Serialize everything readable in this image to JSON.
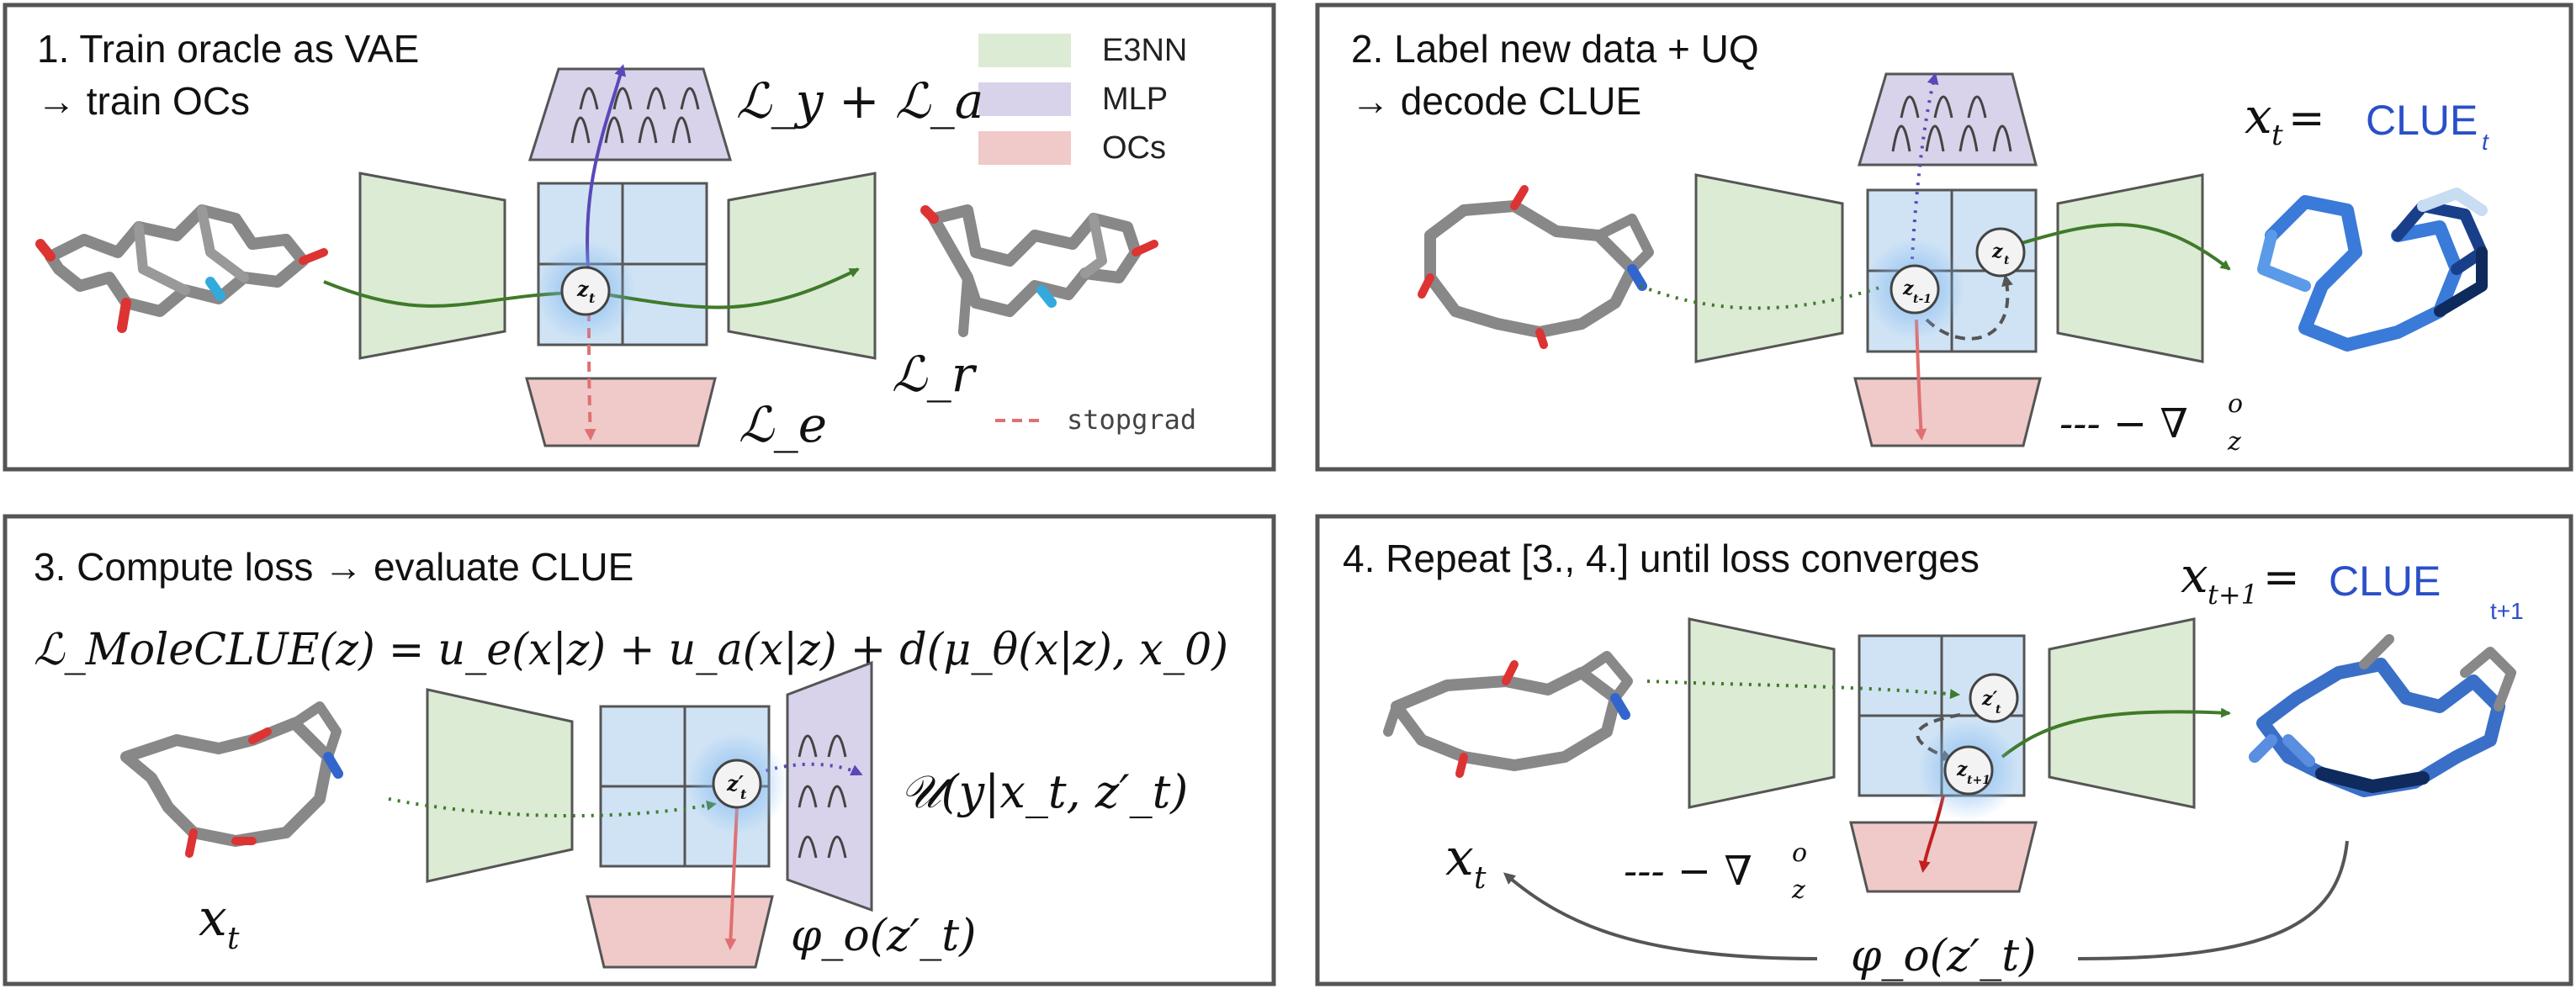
{
  "colors": {
    "e3nn": "#dcebd3",
    "mlp": "#d8d3ea",
    "ocs": "#f0c9c9",
    "latent": "#cfe3f5",
    "border": "#555555",
    "flow_green": "#3f7a2a",
    "flow_purple": "#5a48b8",
    "stopgrad_red": "#e07070",
    "clue_blue": "#2a4fc8"
  },
  "legend": {
    "e3nn": "E3NN",
    "mlp": "MLP",
    "ocs": "OCs",
    "stopgrad": "stopgrad"
  },
  "panels": {
    "p1": {
      "title_line1": "1. Train oracle as VAE",
      "title_line2": "→ train OCs",
      "loss_ya": "ℒ_y + ℒ_a",
      "loss_e": "ℒ_e",
      "loss_r": "ℒ_r",
      "node_z": "z",
      "node_z_sub": "t"
    },
    "p2": {
      "title_line1": "2. Label new data + UQ",
      "title_line2": "→ decode CLUE",
      "xt_label": "x",
      "xt_sub": "t",
      "eq": " = ",
      "clue": "CLUE",
      "clue_sub": "t",
      "grad_legend": "--- − ∇",
      "grad_sub": "z",
      "grad_sup": "o",
      "node_z1": "z",
      "node_z1_sub": "t-1",
      "node_z2": "z",
      "node_z2_sub": "t"
    },
    "p3": {
      "title": "3. Compute loss → evaluate CLUE",
      "formula": "ℒ_MoleCLUE(z) = u_e(x|z) + u_a(x|z) + d(μ_θ(x|z), x_0)",
      "xt_label": "x",
      "xt_sub": "t",
      "u_label": "𝒰(y|x_t, z′_t)",
      "phi_label": "φ_o(z′_t)",
      "node_z": "z′",
      "node_z_sub": "t"
    },
    "p4": {
      "title": "4. Repeat [3., 4.] until loss converges",
      "xt1_label": "x",
      "xt1_sub": "t+1",
      "eq": " = ",
      "clue": "CLUE",
      "clue_sub": "t+1",
      "xt_label": "x",
      "xt_sub": "t",
      "grad_legend": "--- − ∇",
      "grad_sub": "z",
      "grad_sup": "o",
      "phi_label": "φ_o(z′_t)",
      "node_z1": "z′",
      "node_z1_sub": "t",
      "node_z2": "z",
      "node_z2_sub": "t+1"
    }
  }
}
